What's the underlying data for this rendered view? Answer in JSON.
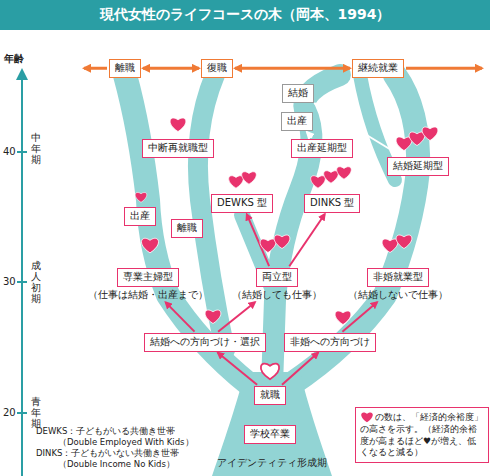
{
  "diagram": {
    "title": "現代女性のライフコースの木（岡本、1994）",
    "nodes": [
      {
        "text": [
          "離職"
        ]
      },
      {
        "text": [
          "復職"
        ]
      },
      {
        "text": [
          "継続就業"
        ]
      },
      {
        "text": [
          "結婚"
        ]
      },
      {
        "text": [
          "出産"
        ]
      },
      {
        "text": [
          "中断再就職型"
        ]
      },
      {
        "text": [
          "出産延期型"
        ]
      },
      {
        "text": [
          "結婚延期型"
        ]
      },
      {
        "text": [
          "DEWKS 型"
        ]
      },
      {
        "text": [
          "DINKS 型"
        ]
      },
      {
        "text": [
          "出産"
        ]
      },
      {
        "text": [
          "離職"
        ]
      },
      {
        "text": [
          "専業主婦型",
          "（仕事は結婚・出産まで）"
        ]
      },
      {
        "text": [
          "両立型",
          "（結婚しても仕事）"
        ]
      },
      {
        "text": [
          "非婚就業型",
          "（結婚しないで仕事）"
        ]
      },
      {
        "text": [
          "結婚への方向づけ・選択"
        ]
      },
      {
        "text": [
          "非婚への方向づけ"
        ]
      },
      {
        "text": [
          "就職"
        ]
      },
      {
        "text": [
          "学校卒業"
        ]
      }
    ],
    "edges": [
      {
        "from": 17,
        "to": 15,
        "arrow": "to"
      },
      {
        "from": 17,
        "to": 16,
        "arrow": "to"
      },
      {
        "from": 15,
        "to": 12,
        "arrow": "to"
      },
      {
        "from": 15,
        "to": 13,
        "arrow": "to"
      },
      {
        "from": 13,
        "to": 8,
        "arrow": "to"
      },
      {
        "from": 13,
        "to": 9,
        "arrow": "to"
      },
      {
        "from": 16,
        "to": 14,
        "arrow": "to"
      },
      {
        "from": 0,
        "to": 1,
        "arrow": "both"
      },
      {
        "from": 1,
        "to": 2,
        "arrow": "both"
      },
      {
        "from": 6,
        "to": 4,
        "arrow": "to"
      },
      {
        "from": 7,
        "to": 3,
        "arrow": "to"
      }
    ],
    "labels": [
      "年齢",
      "40",
      "中年期",
      "30",
      "成人初期",
      "20",
      "青年期",
      "DEWKS：子どもがいる共働き世帯",
      "（Double Employed With Kids）",
      "DINKS：子どもがいない共働き世帯",
      "（Double Income No Kids）",
      "アイデンティティ形成期"
    ],
    "legend": [
      {
        "text": "の数は、「経済的余裕度」の高さを示す。（経済的余裕度が高まるほど♥が増え、低くなると減る）",
        "color": "#e8336d"
      }
    ]
  }
}
